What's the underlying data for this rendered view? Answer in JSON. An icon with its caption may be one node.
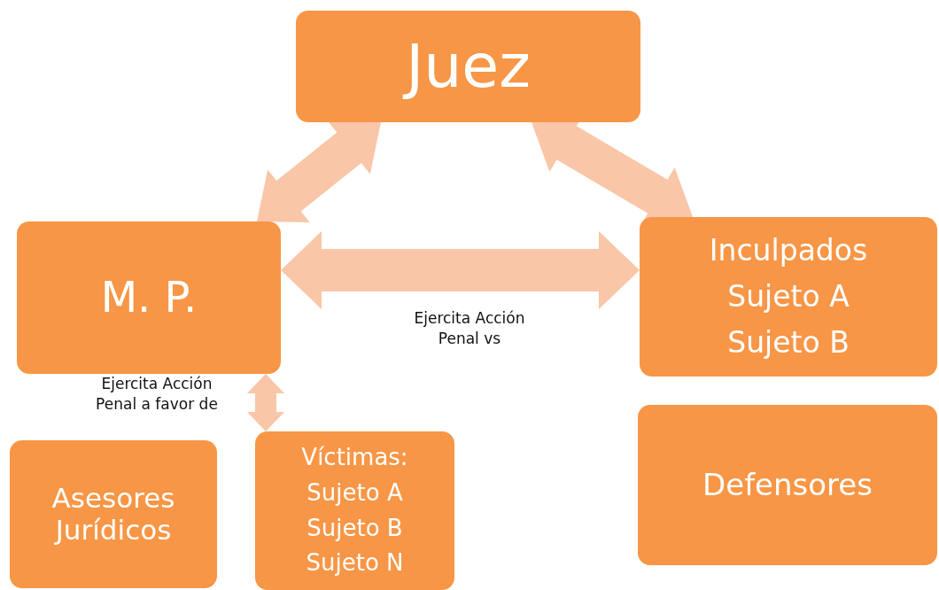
{
  "diagram": {
    "nodes": [
      {
        "text": [
          "Juez"
        ]
      },
      {
        "text": [
          "M. P."
        ]
      },
      {
        "text": [
          "Inculpados",
          "Sujeto A",
          "Sujeto B"
        ]
      },
      {
        "text": [
          "Asesores Jurídicos"
        ]
      },
      {
        "text": [
          "Víctimas:",
          "Sujeto A",
          "Sujeto B",
          "Sujeto N"
        ]
      },
      {
        "text": [
          "Defensores"
        ]
      }
    ],
    "edges": [
      {
        "from": 0,
        "to": 1,
        "arrow": "both"
      },
      {
        "from": 0,
        "to": 2,
        "arrow": "both"
      },
      {
        "from": 1,
        "to": 2,
        "arrow": "both",
        "label": "Ejercita Acción Penal vs"
      },
      {
        "from": 1,
        "to": 4,
        "arrow": "both",
        "label": "Ejercita Acción Penal a favor de"
      }
    ]
  }
}
